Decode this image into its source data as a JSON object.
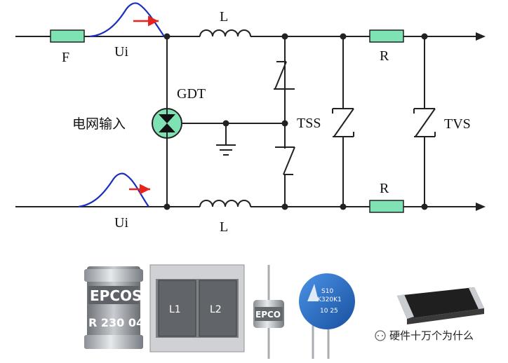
{
  "labels": {
    "fuse": "F",
    "inductor_top": "L",
    "inductor_bottom": "L",
    "gdt": "GDT",
    "tss": "TSS",
    "tvs": "TVS",
    "resistor_top": "R",
    "resistor_bottom": "R",
    "ui_top": "Ui",
    "ui_bottom": "Ui",
    "grid_input": "电网输入"
  },
  "photos": {
    "gdt_brand": "EPCOS",
    "gdt_part": "R 230 04",
    "module_left": "L1",
    "module_right": "L2",
    "axial_gdt_brand": "EPCO",
    "varistor_line1": "S10",
    "varistor_line2": "K320K1",
    "varistor_line3": "10 25"
  },
  "watermark": "硬件十万个为什么",
  "colors": {
    "wire": "#222222",
    "component_fill": "#7fe2b4",
    "waveform": "#1a2fc0",
    "arrow": "#e8231e",
    "varistor": "#1f66c9"
  }
}
